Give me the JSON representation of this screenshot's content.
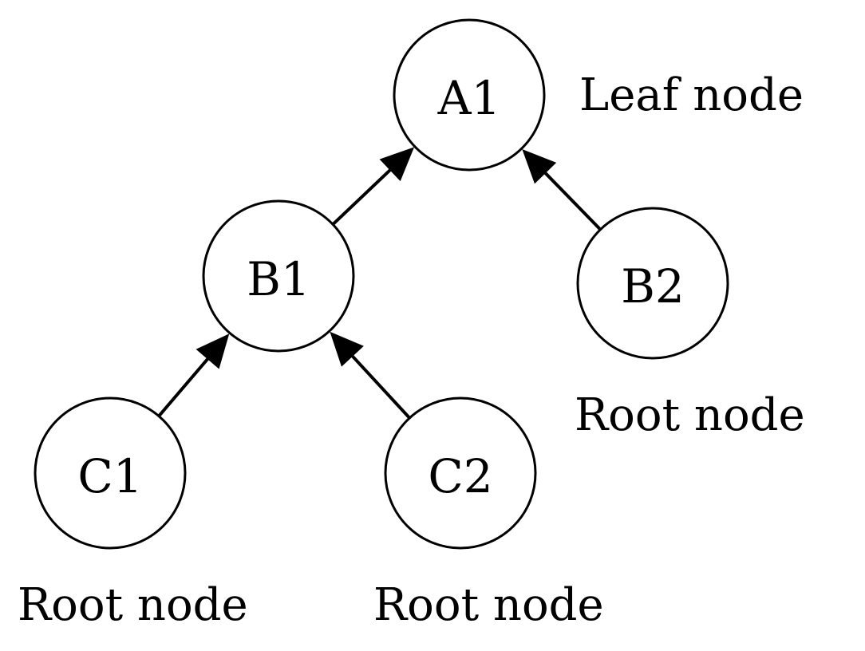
{
  "nodes": {
    "A1": {
      "label": "A1"
    },
    "B1": {
      "label": "B1"
    },
    "B2": {
      "label": "B2"
    },
    "C1": {
      "label": "C1"
    },
    "C2": {
      "label": "C2"
    }
  },
  "edges": [
    {
      "from": "B1",
      "to": "A1"
    },
    {
      "from": "B2",
      "to": "A1"
    },
    {
      "from": "C1",
      "to": "B1"
    },
    {
      "from": "C2",
      "to": "B1"
    }
  ],
  "annotations": {
    "a1": "Leaf node",
    "b2": "Root node",
    "c1": "Root node",
    "c2": "Root node"
  }
}
